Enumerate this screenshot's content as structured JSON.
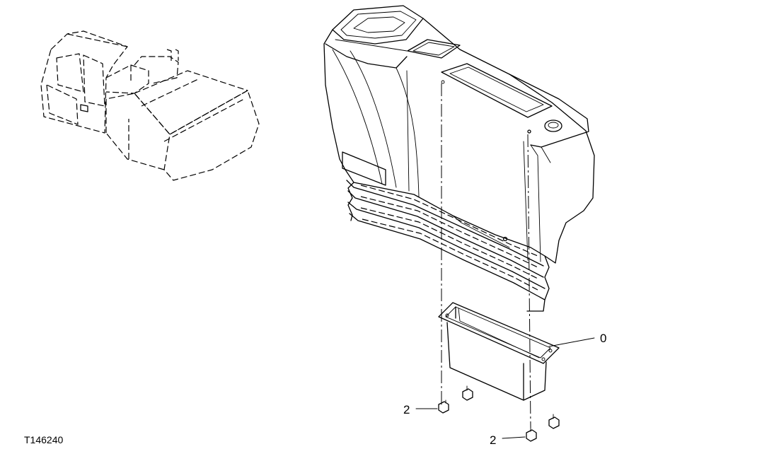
{
  "figure_code": "T146240",
  "callouts": {
    "bin": "0",
    "screw_left": "2",
    "screw_right": "2"
  }
}
